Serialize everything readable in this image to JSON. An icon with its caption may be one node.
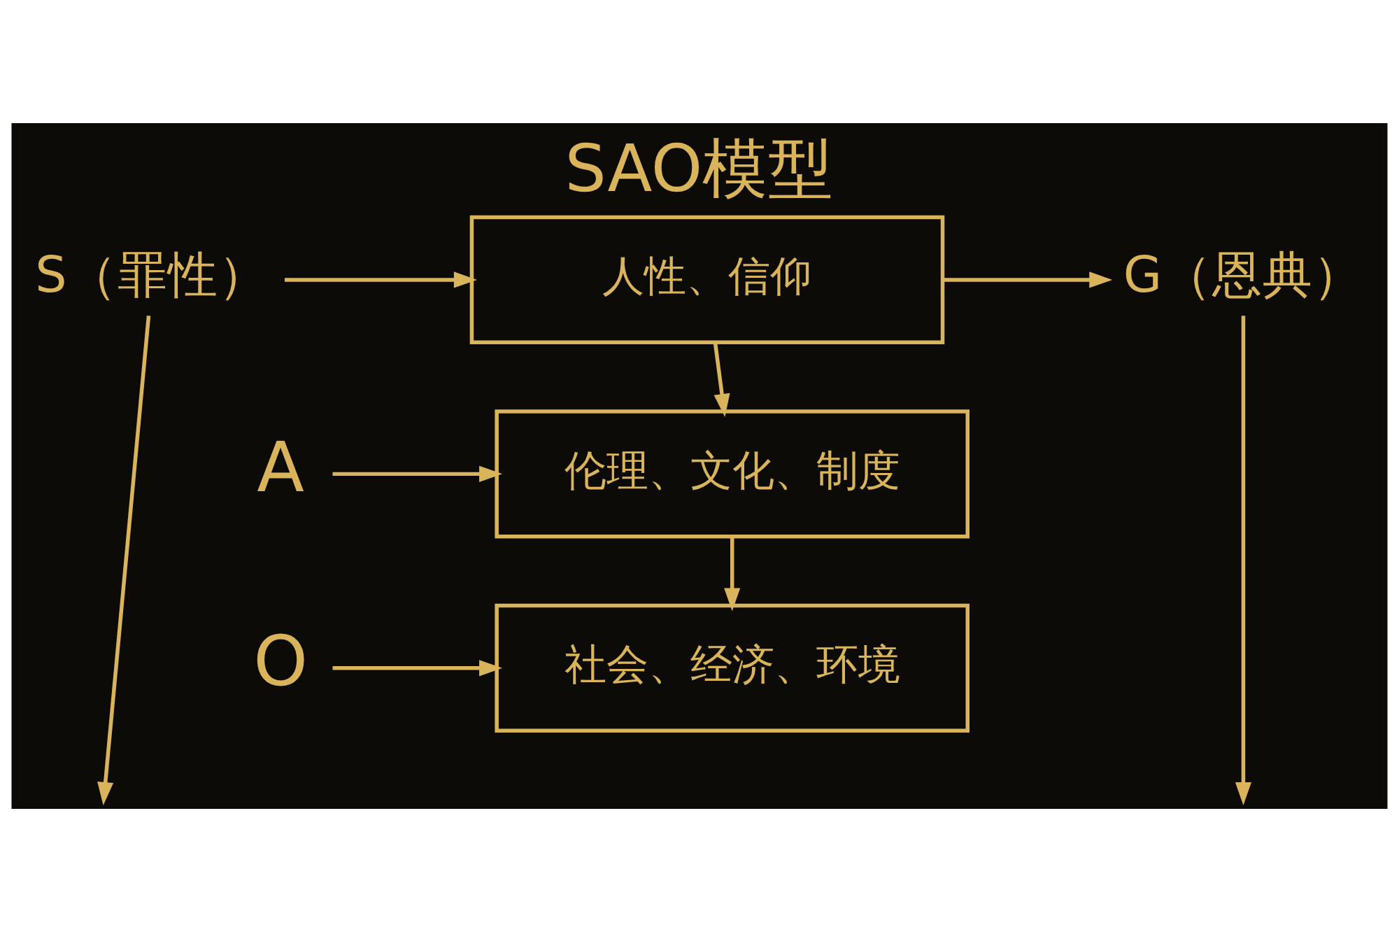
{
  "diagram": {
    "title": "SAO模型",
    "nodes": [
      {
        "text": [
          "S（罪性）"
        ]
      },
      {
        "text": [
          "人性、信仰"
        ]
      },
      {
        "text": [
          "G（恩典）"
        ]
      },
      {
        "text": [
          "A"
        ]
      },
      {
        "text": [
          "伦理、文化、制度"
        ]
      },
      {
        "text": [
          "O"
        ]
      },
      {
        "text": [
          "社会、经济、环境"
        ]
      }
    ],
    "edges": [
      {
        "from": 0,
        "to": 1,
        "arrow": "to"
      },
      {
        "from": 1,
        "to": 2,
        "arrow": "to"
      },
      {
        "from": 1,
        "to": 4,
        "arrow": "to"
      },
      {
        "from": 3,
        "to": 4,
        "arrow": "to"
      },
      {
        "from": 4,
        "to": 6,
        "arrow": "to"
      },
      {
        "from": 5,
        "to": 6,
        "arrow": "to"
      },
      {
        "from": 0,
        "to": null,
        "arrow": "to"
      },
      {
        "from": 2,
        "to": null,
        "arrow": "to"
      }
    ]
  }
}
